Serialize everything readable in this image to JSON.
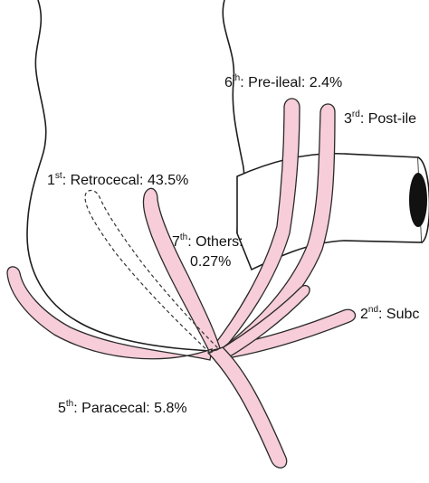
{
  "colors": {
    "appendix_fill": "#f6cdd8",
    "appendix_stroke": "#2a2a2a",
    "outline": "#1e1e1e",
    "lumen": "#111111",
    "background": "#ffffff"
  },
  "labels": {
    "pre_ileal": {
      "ordinal": "6",
      "suffix": "th",
      "text": ": Pre-ileal: 2.4%"
    },
    "post_ileal": {
      "ordinal": "3",
      "suffix": "rd",
      "text": ": Post-ile"
    },
    "retrocecal": {
      "ordinal": "1",
      "suffix": "st",
      "text": ": Retrocecal: 43.5%"
    },
    "others": {
      "ordinal": "7",
      "suffix": "th",
      "text": ": Others:",
      "line2": "0.27%"
    },
    "subcecal": {
      "ordinal": "2",
      "suffix": "nd",
      "text": ": Subc"
    },
    "paracecal": {
      "ordinal": "5",
      "suffix": "th",
      "text": ": Paracecal: 5.8%"
    }
  }
}
